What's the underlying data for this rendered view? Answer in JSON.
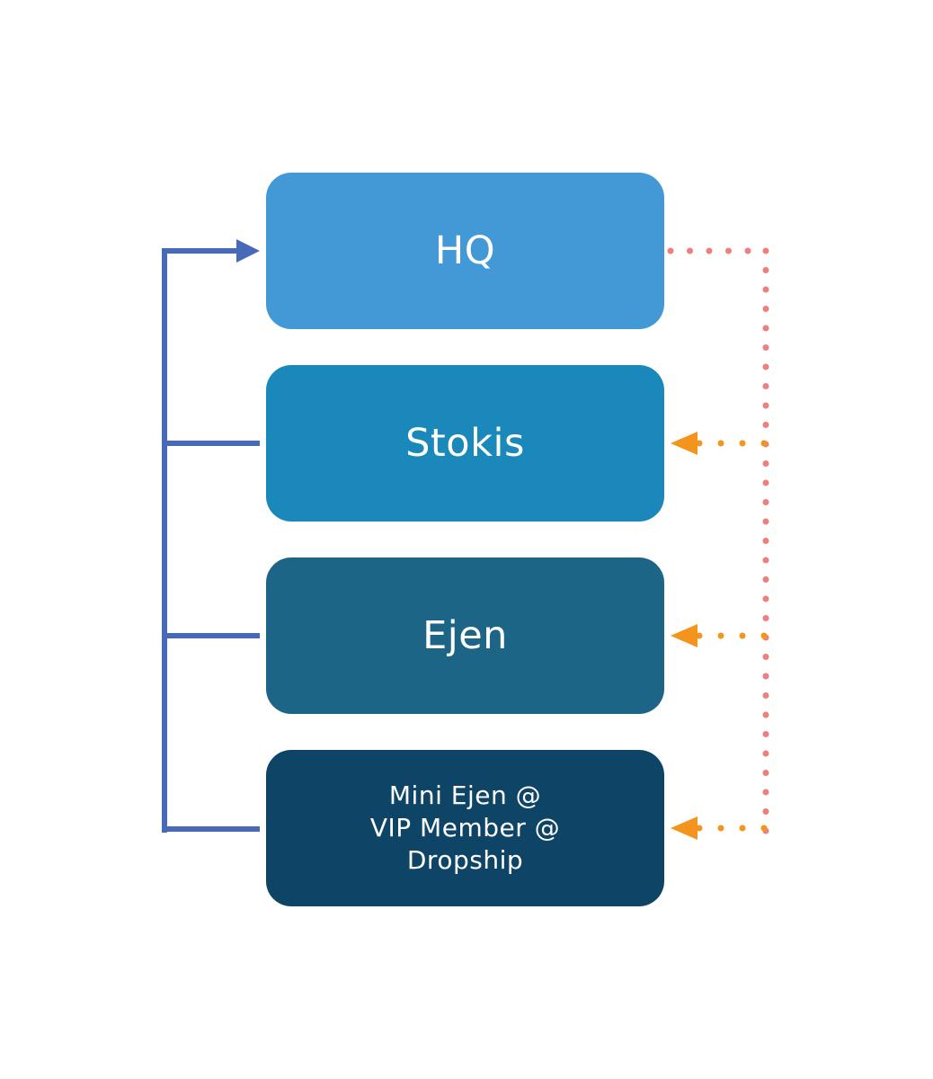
{
  "diagram": {
    "tiers": [
      {
        "label": "HQ",
        "color": "#4398d6"
      },
      {
        "label": "Stokis",
        "color": "#1a88bb"
      },
      {
        "label": "Ejen",
        "color": "#1d6586"
      },
      {
        "label": "Mini Ejen @\nVIP Member @\nDropship",
        "color": "#0e4566"
      }
    ],
    "colors": {
      "escalation_line": "#4769b7",
      "dotted_source": "#ef7f7c",
      "dotted_branch": "#f3941c"
    }
  }
}
